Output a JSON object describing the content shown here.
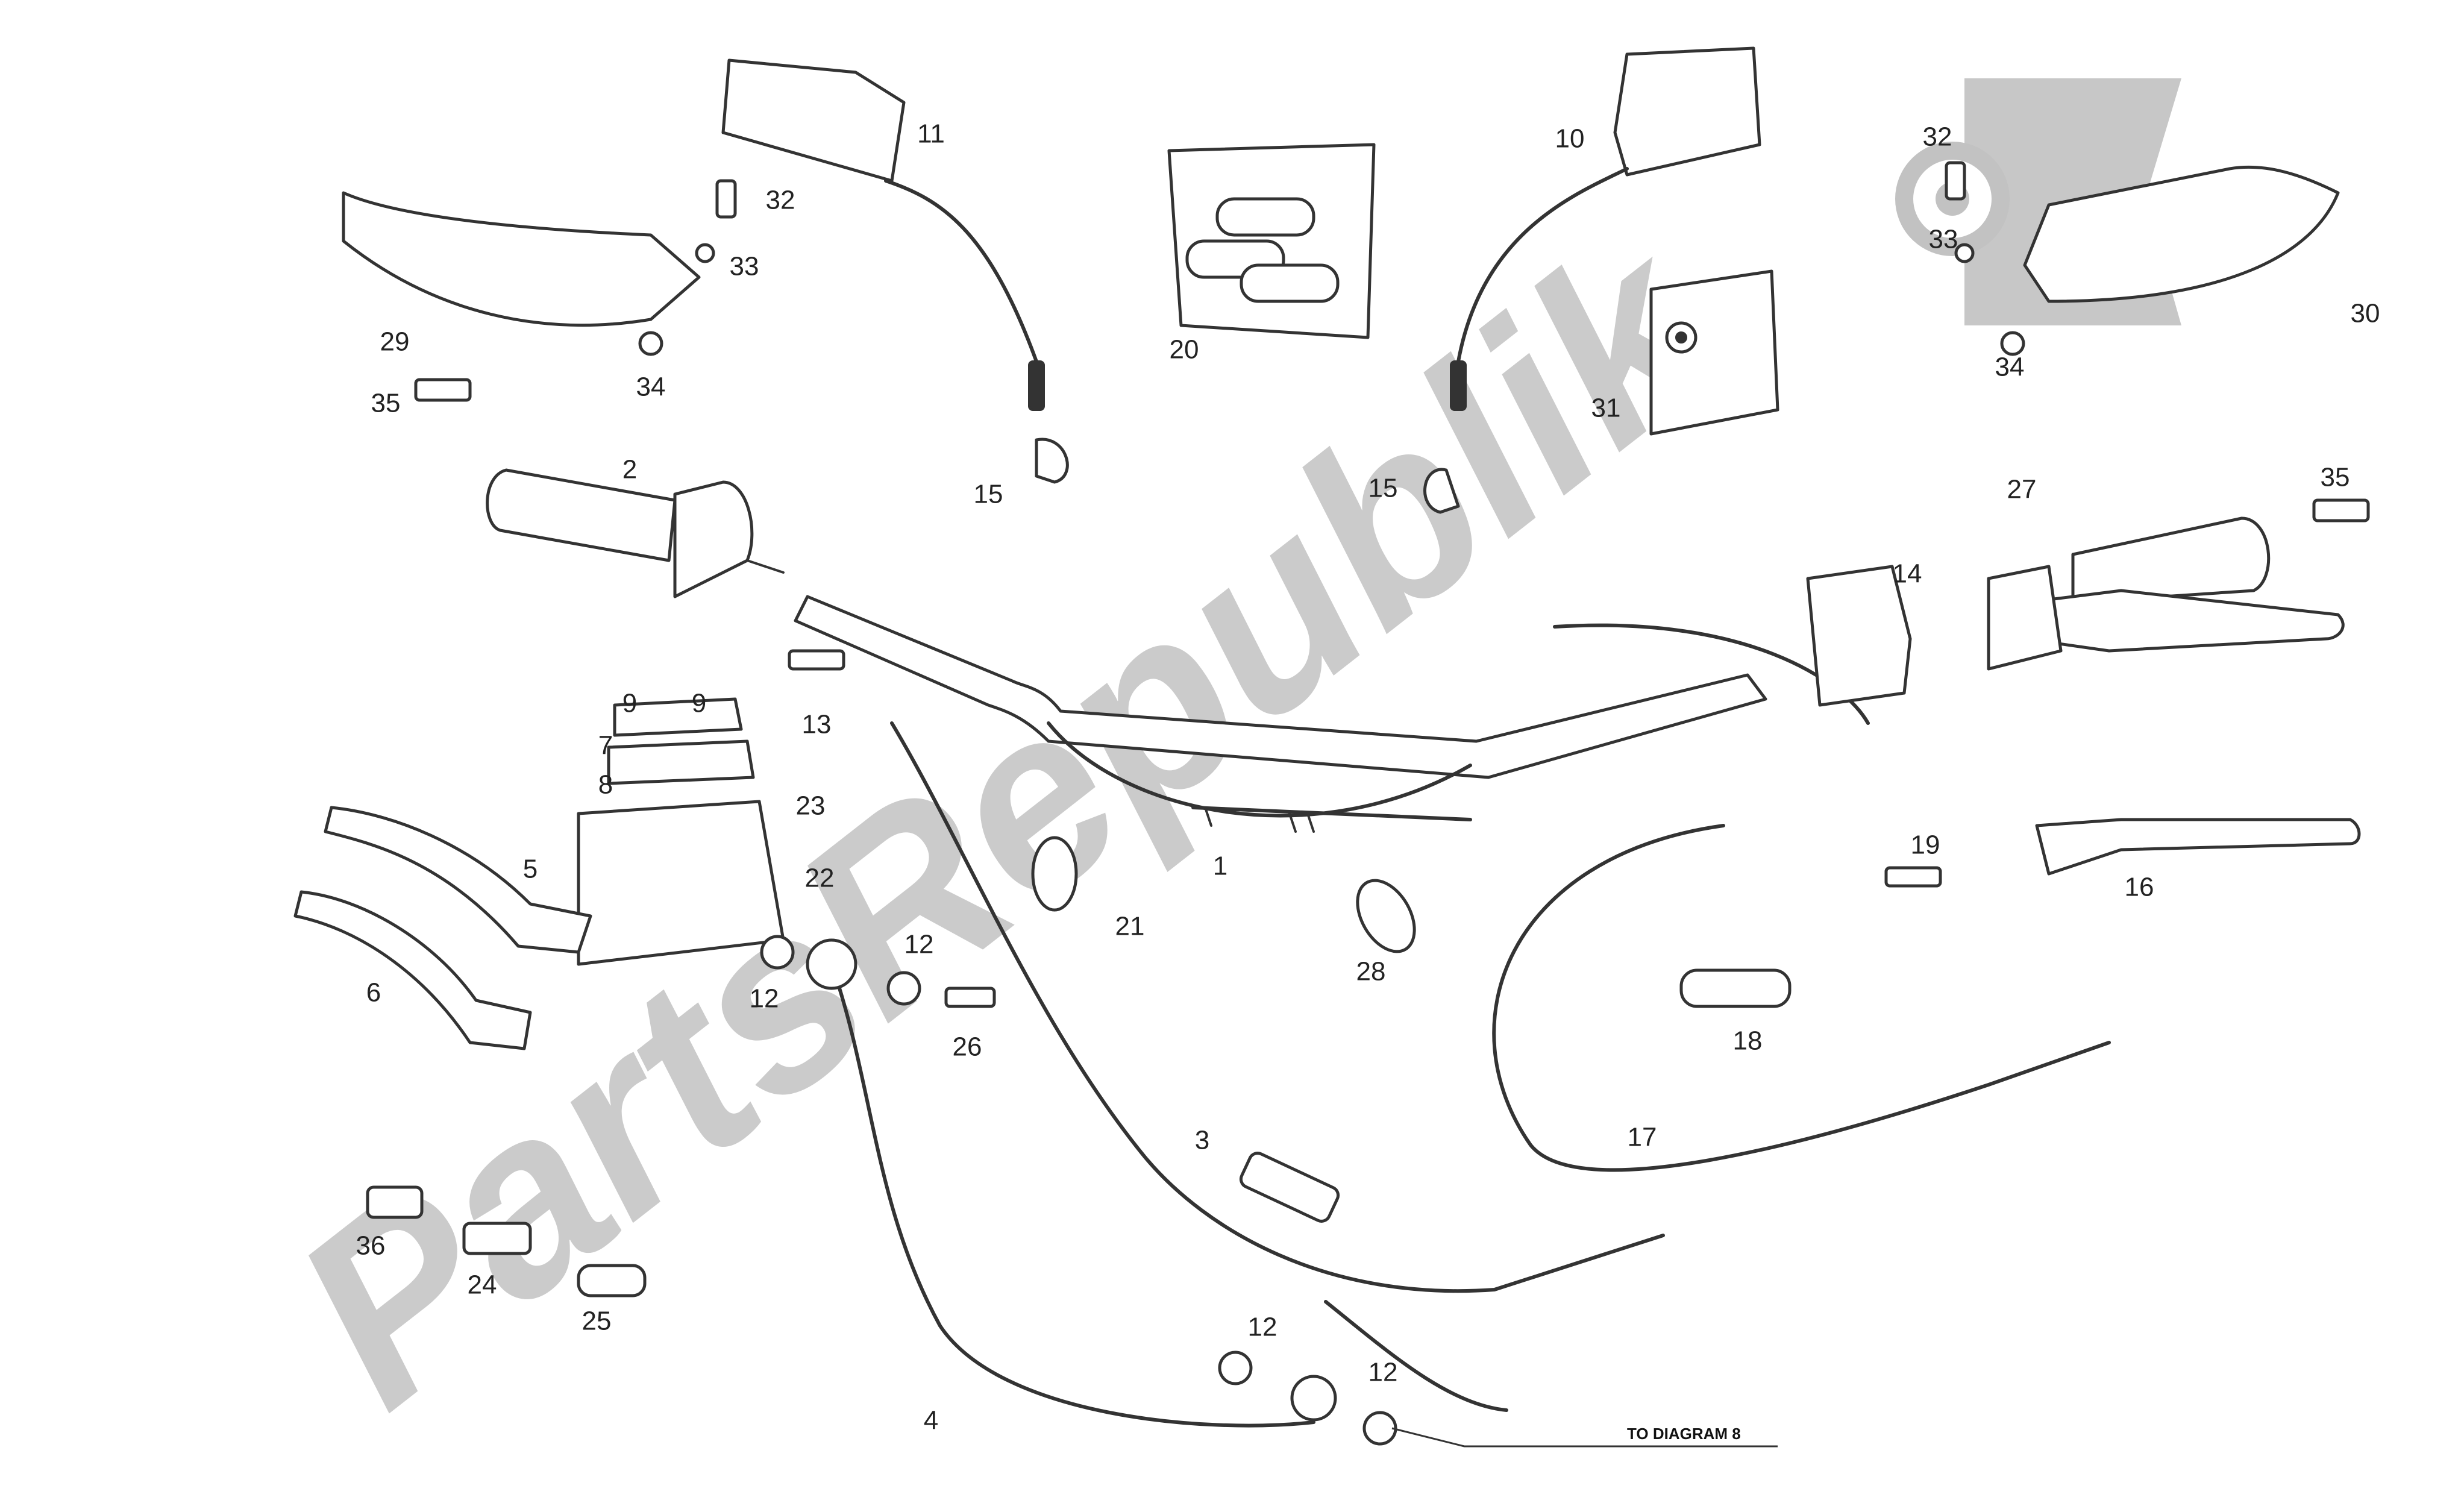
{
  "watermark": {
    "text": "PartsRepublik",
    "color": "#bdbdbd"
  },
  "diagram": {
    "reference_note": "TO DIAGRAM 8",
    "callouts": [
      {
        "id": "1",
        "label": "1"
      },
      {
        "id": "2",
        "label": "2"
      },
      {
        "id": "3",
        "label": "3"
      },
      {
        "id": "4",
        "label": "4"
      },
      {
        "id": "5",
        "label": "5"
      },
      {
        "id": "6",
        "label": "6"
      },
      {
        "id": "7",
        "label": "7"
      },
      {
        "id": "8",
        "label": "8"
      },
      {
        "id": "9a",
        "label": "9"
      },
      {
        "id": "9b",
        "label": "9"
      },
      {
        "id": "10",
        "label": "10"
      },
      {
        "id": "11",
        "label": "11"
      },
      {
        "id": "12a",
        "label": "12"
      },
      {
        "id": "12b",
        "label": "12"
      },
      {
        "id": "12c",
        "label": "12"
      },
      {
        "id": "12d",
        "label": "12"
      },
      {
        "id": "13",
        "label": "13"
      },
      {
        "id": "14",
        "label": "14"
      },
      {
        "id": "15a",
        "label": "15"
      },
      {
        "id": "15b",
        "label": "15"
      },
      {
        "id": "16",
        "label": "16"
      },
      {
        "id": "17",
        "label": "17"
      },
      {
        "id": "18",
        "label": "18"
      },
      {
        "id": "19",
        "label": "19"
      },
      {
        "id": "20",
        "label": "20"
      },
      {
        "id": "21",
        "label": "21"
      },
      {
        "id": "22",
        "label": "22"
      },
      {
        "id": "23",
        "label": "23"
      },
      {
        "id": "24",
        "label": "24"
      },
      {
        "id": "25",
        "label": "25"
      },
      {
        "id": "26",
        "label": "26"
      },
      {
        "id": "27",
        "label": "27"
      },
      {
        "id": "28",
        "label": "28"
      },
      {
        "id": "29",
        "label": "29"
      },
      {
        "id": "30",
        "label": "30"
      },
      {
        "id": "31",
        "label": "31"
      },
      {
        "id": "32a",
        "label": "32"
      },
      {
        "id": "32b",
        "label": "32"
      },
      {
        "id": "33a",
        "label": "33"
      },
      {
        "id": "33b",
        "label": "33"
      },
      {
        "id": "34a",
        "label": "34"
      },
      {
        "id": "34b",
        "label": "34"
      },
      {
        "id": "35a",
        "label": "35"
      },
      {
        "id": "35b",
        "label": "35"
      },
      {
        "id": "36",
        "label": "36"
      }
    ]
  }
}
